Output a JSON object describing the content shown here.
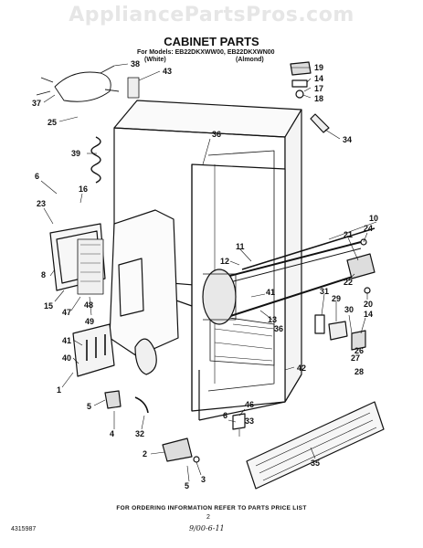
{
  "watermark": "AppliancePartsPros.com",
  "title": "CABINET PARTS",
  "models": {
    "prefix": "For Models: ",
    "model_1": "EB22DKXWW00",
    "sep": ", ",
    "model_2": "EB22DKXWN00",
    "color_1": "(White)",
    "color_2": "(Almond)"
  },
  "callouts": [
    "38",
    "43",
    "19",
    "14",
    "17",
    "18",
    "37",
    "25",
    "34",
    "36",
    "39",
    "6",
    "16",
    "23",
    "10",
    "24",
    "11",
    "21",
    "12",
    "8",
    "22",
    "20",
    "31",
    "29",
    "15",
    "47",
    "48",
    "49",
    "41",
    "30",
    "13",
    "36",
    "14",
    "27",
    "26",
    "28",
    "41",
    "42",
    "40",
    "1",
    "5",
    "4",
    "32",
    "46",
    "6",
    "33",
    "35",
    "2",
    "5",
    "3"
  ],
  "footer": {
    "ordering_note": "FOR ORDERING INFORMATION REFER TO PARTS PRICE LIST",
    "doc_number": "4315987",
    "page_number": "2",
    "handwritten": "9/00-6-11"
  }
}
